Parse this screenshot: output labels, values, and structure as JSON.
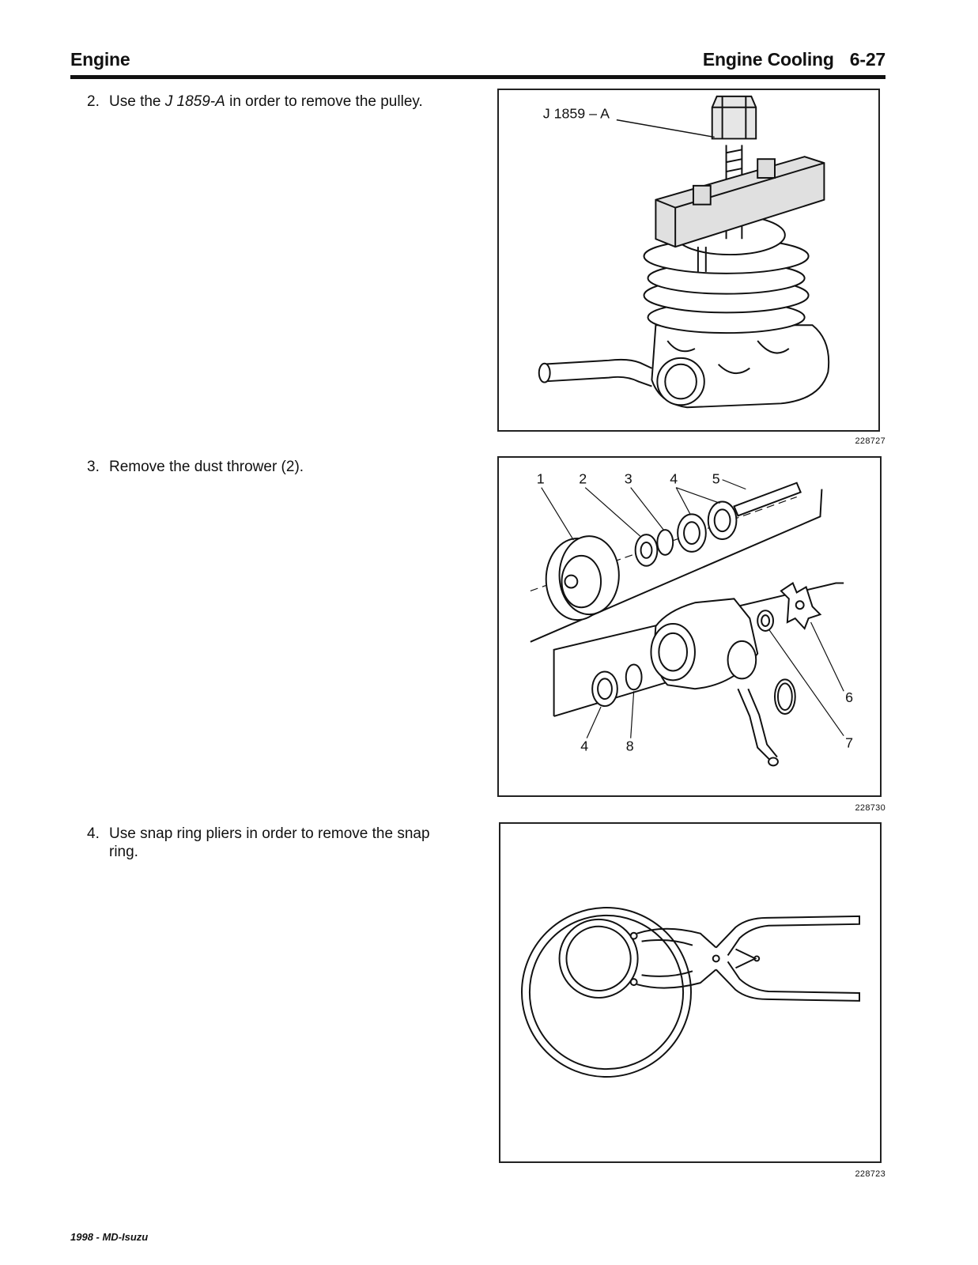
{
  "header": {
    "left": "Engine",
    "section": "Engine Cooling",
    "page": "6-27"
  },
  "steps": [
    {
      "num": "2.",
      "pre": "Use the ",
      "tool": "J 1859-A",
      "post": " in order to remove the pulley."
    },
    {
      "num": "3.",
      "text": "Remove the dust thrower (2)."
    },
    {
      "num": "4.",
      "text": "Use snap ring pliers in order to remove the snap ring."
    }
  ],
  "figures": [
    {
      "id": "228727",
      "callout": "J 1859 – A"
    },
    {
      "id": "228730",
      "callouts": [
        "1",
        "2",
        "3",
        "4",
        "5",
        "6",
        "7",
        "4",
        "8"
      ]
    },
    {
      "id": "228723"
    }
  ],
  "footer": "1998 - MD-Isuzu"
}
